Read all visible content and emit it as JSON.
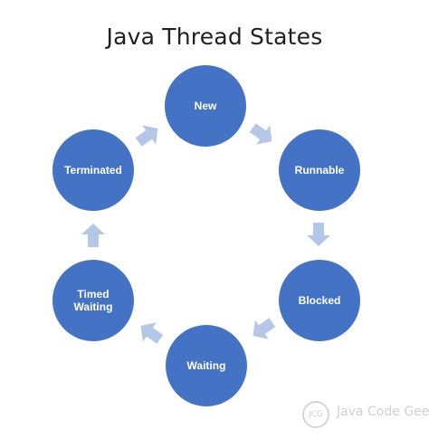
{
  "title": "Java Thread States",
  "colors": {
    "node_fill": "#4472c4",
    "arrow_fill": "#b4c7e7",
    "title_text": "#1f1f1f",
    "node_text": "#ffffff"
  },
  "nodes": [
    {
      "id": "new",
      "label": "New"
    },
    {
      "id": "runnable",
      "label": "Runnable"
    },
    {
      "id": "blocked",
      "label": "Blocked"
    },
    {
      "id": "waiting",
      "label": "Waiting"
    },
    {
      "id": "timed_waiting",
      "label": "Timed\nWaiting"
    },
    {
      "id": "terminated",
      "label": "Terminated"
    }
  ],
  "watermark": {
    "badge": "JCG",
    "text": "Java Code Geeks"
  }
}
